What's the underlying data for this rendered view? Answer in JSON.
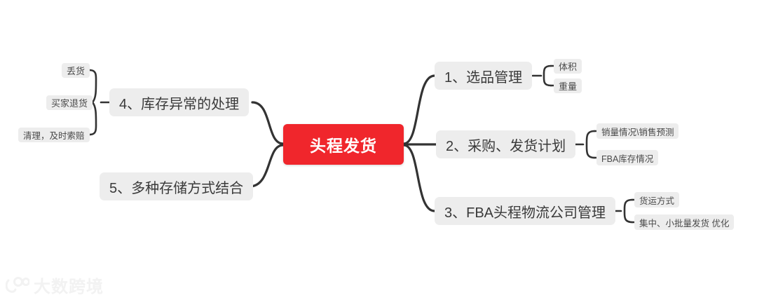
{
  "diagram": {
    "type": "mindmap",
    "background_color": "#ffffff",
    "root": {
      "label": "头程发货",
      "color": "#f0262c",
      "text_color": "#ffffff"
    },
    "node_color": "#ededed",
    "line_color": "#333333",
    "branches_right": [
      {
        "label": "1、选品管理",
        "children": [
          {
            "label": "体积"
          },
          {
            "label": "重量"
          }
        ]
      },
      {
        "label": "2、采购、发货计划",
        "children": [
          {
            "label": "销量情况\\销售预测"
          },
          {
            "label": "FBA库存情况"
          }
        ]
      },
      {
        "label": "3、FBA头程物流公司管理",
        "children": [
          {
            "label": "货运方式"
          },
          {
            "label": "集中、小批量发货 优化"
          }
        ]
      }
    ],
    "branches_left": [
      {
        "label": "4、库存异常的处理",
        "children": [
          {
            "label": "丢货"
          },
          {
            "label": "买家退货"
          },
          {
            "label": "清理，及时索赔"
          }
        ]
      },
      {
        "label": "5、多种存储方式结合",
        "children": []
      }
    ]
  },
  "watermark": {
    "text": "大数跨境",
    "icon": "logo-icon"
  }
}
